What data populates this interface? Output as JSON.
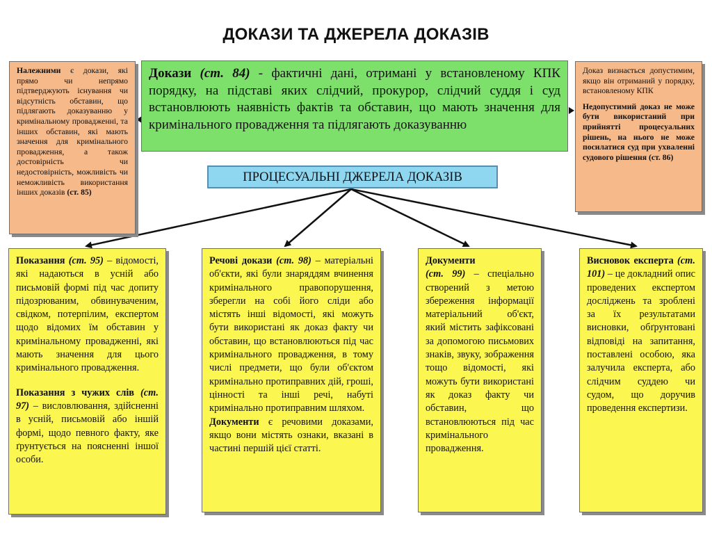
{
  "title": "ДОКАЗИ ТА ДЖЕРЕЛА ДОКАЗІВ",
  "center": {
    "term": "Докази",
    "ref": "(ст. 84)",
    "text": " - фактичні дані, отримані у встановленому КПК порядку, на підставі яких слідчий, прокурор, слідчий суддя і суд встановлюють наявність фактів та обставин, що мають значення для кримінального провадження та підлягають доказуванню"
  },
  "left": {
    "term": "Належними",
    "text": " є докази, які прямо чи непрямо підтверджують існування чи відсутність обставин, що підлягають доказуванню у кримінальному провадженні, та інших обставин, які мають значення для кримінального провадження, а також достовірність чи недостовірність, можливість чи неможливість використання інших доказів",
    "ref": " (ст. 85)"
  },
  "right": {
    "part1": "Доказ визнається допустимим, якщо він отриманий у порядку, встановленому КПК",
    "part2": "Недопустимий доказ не може бути використаний при прийнятті процесуальних рішень, на нього не може посилатися суд при ухваленні судового рішення (ст. 86)"
  },
  "sources_label": "ПРОЦЕСУАЛЬНІ ДЖЕРЕЛА ДОКАЗІВ",
  "testimony": {
    "term": "Показання",
    "ref": "(ст. 95)",
    "text": " – відомості, які надаються в усній або письмовій формі під час допиту підозрюваним, обвинуваченим, свідком, потерпілим, експертом щодо відомих їм обставин у кримінальному провадженні, які мають значення для цього кримінального провадження.",
    "term2": "Показання з чужих слів",
    "ref2": "(ст. 97)",
    "text2": " – висловлювання, здійсненні в усній, письмовій або іншій формі, щодо певного факту, яке ґрунтується на поясненні іншої особи."
  },
  "material": {
    "term": "Речові докази",
    "ref": "(ст. 98)",
    "text": " – матеріальні об'єкти, які були знаряддям вчинення кримінального правопорушення, зберегли на собі його сліди або містять інші відомості, які можуть бути використані як доказ факту чи обставин, що встановлюються під час кримінального провадження, в тому числі предмети, що були об'єктом кримінально протиправних дій, гроші, цінності та інші речі, набуті кримінально протиправним шляхом.",
    "term2": "Документи",
    "text2": " є речовими доказами, якщо вони містять ознаки, вказані в частині першій цієї статті."
  },
  "documents": {
    "term": "Документи",
    "ref": "(ст. 99)",
    "text": " – спеціально створений з метою збереження інформації матеріальний об'єкт, який містить зафіксовані за допомогою письмових знаків, звуку, зображення тощо відомості, які можуть бути використані як доказ факту чи обставин, що встановлюються під час кримінального провадження."
  },
  "expert": {
    "term": "Висновок експерта",
    "ref": "(ст. 101)",
    "text": " – це докладний опис проведених експертом досліджень та зроблені за їх результатами висновки, обґрунтовані відповіді на запитання, поставлені особою, яка залучила експерта, або слідчим суддею чи судом, що доручив проведення експертизи."
  },
  "colors": {
    "orange": "#f5b98a",
    "green": "#7de06a",
    "yellow": "#fcf650",
    "blue": "#8fd7f1"
  }
}
